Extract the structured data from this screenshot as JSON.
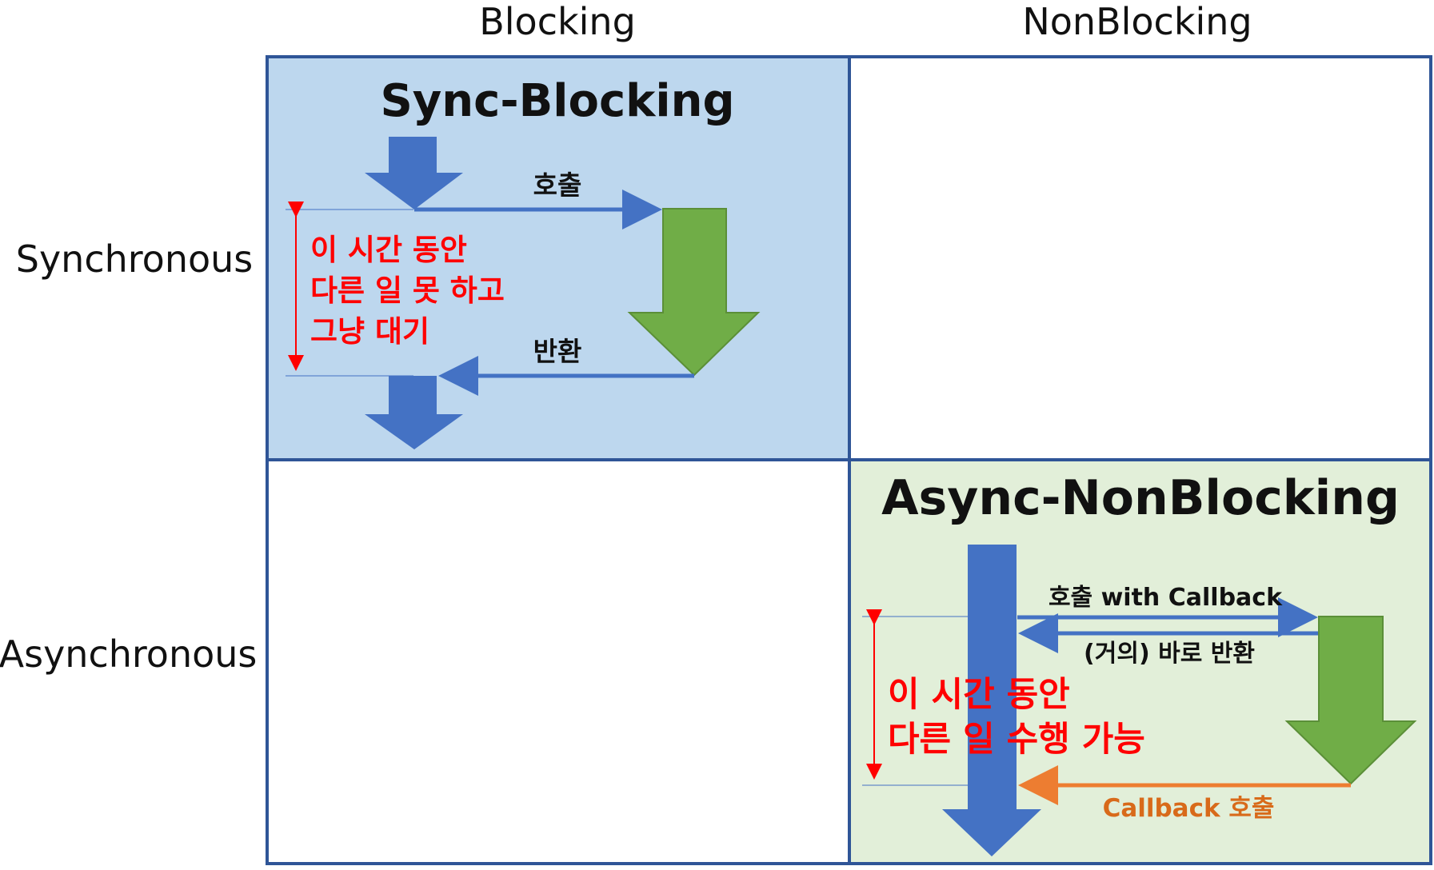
{
  "columns": {
    "left": "Blocking",
    "right": "NonBlocking"
  },
  "rows": {
    "top": "Synchronous",
    "bottom": "Asynchronous"
  },
  "quadrants": {
    "sync_blocking": {
      "title": "Sync-Blocking",
      "call_label": "호출",
      "return_label": "반환",
      "note_lines": [
        "이 시간 동안",
        "다른 일 못 하고",
        "그냥 대기"
      ]
    },
    "async_nonblocking": {
      "title": "Async-NonBlocking",
      "call_label": "호출 with Callback",
      "return_label": "(거의) 바로 반환",
      "callback_label": "Callback 호출",
      "note_lines": [
        "이 시간 동안",
        "다른 일 수행 가능"
      ]
    }
  },
  "colors": {
    "grid_border": "#2f5597",
    "sync_bg": "#bdd7ee",
    "async_bg": "#e2efd9",
    "blue_arrow": "#4472c4",
    "green_arrow": "#70ad47",
    "red_note": "#ff0000",
    "callback_orange": "#ed7d31"
  }
}
